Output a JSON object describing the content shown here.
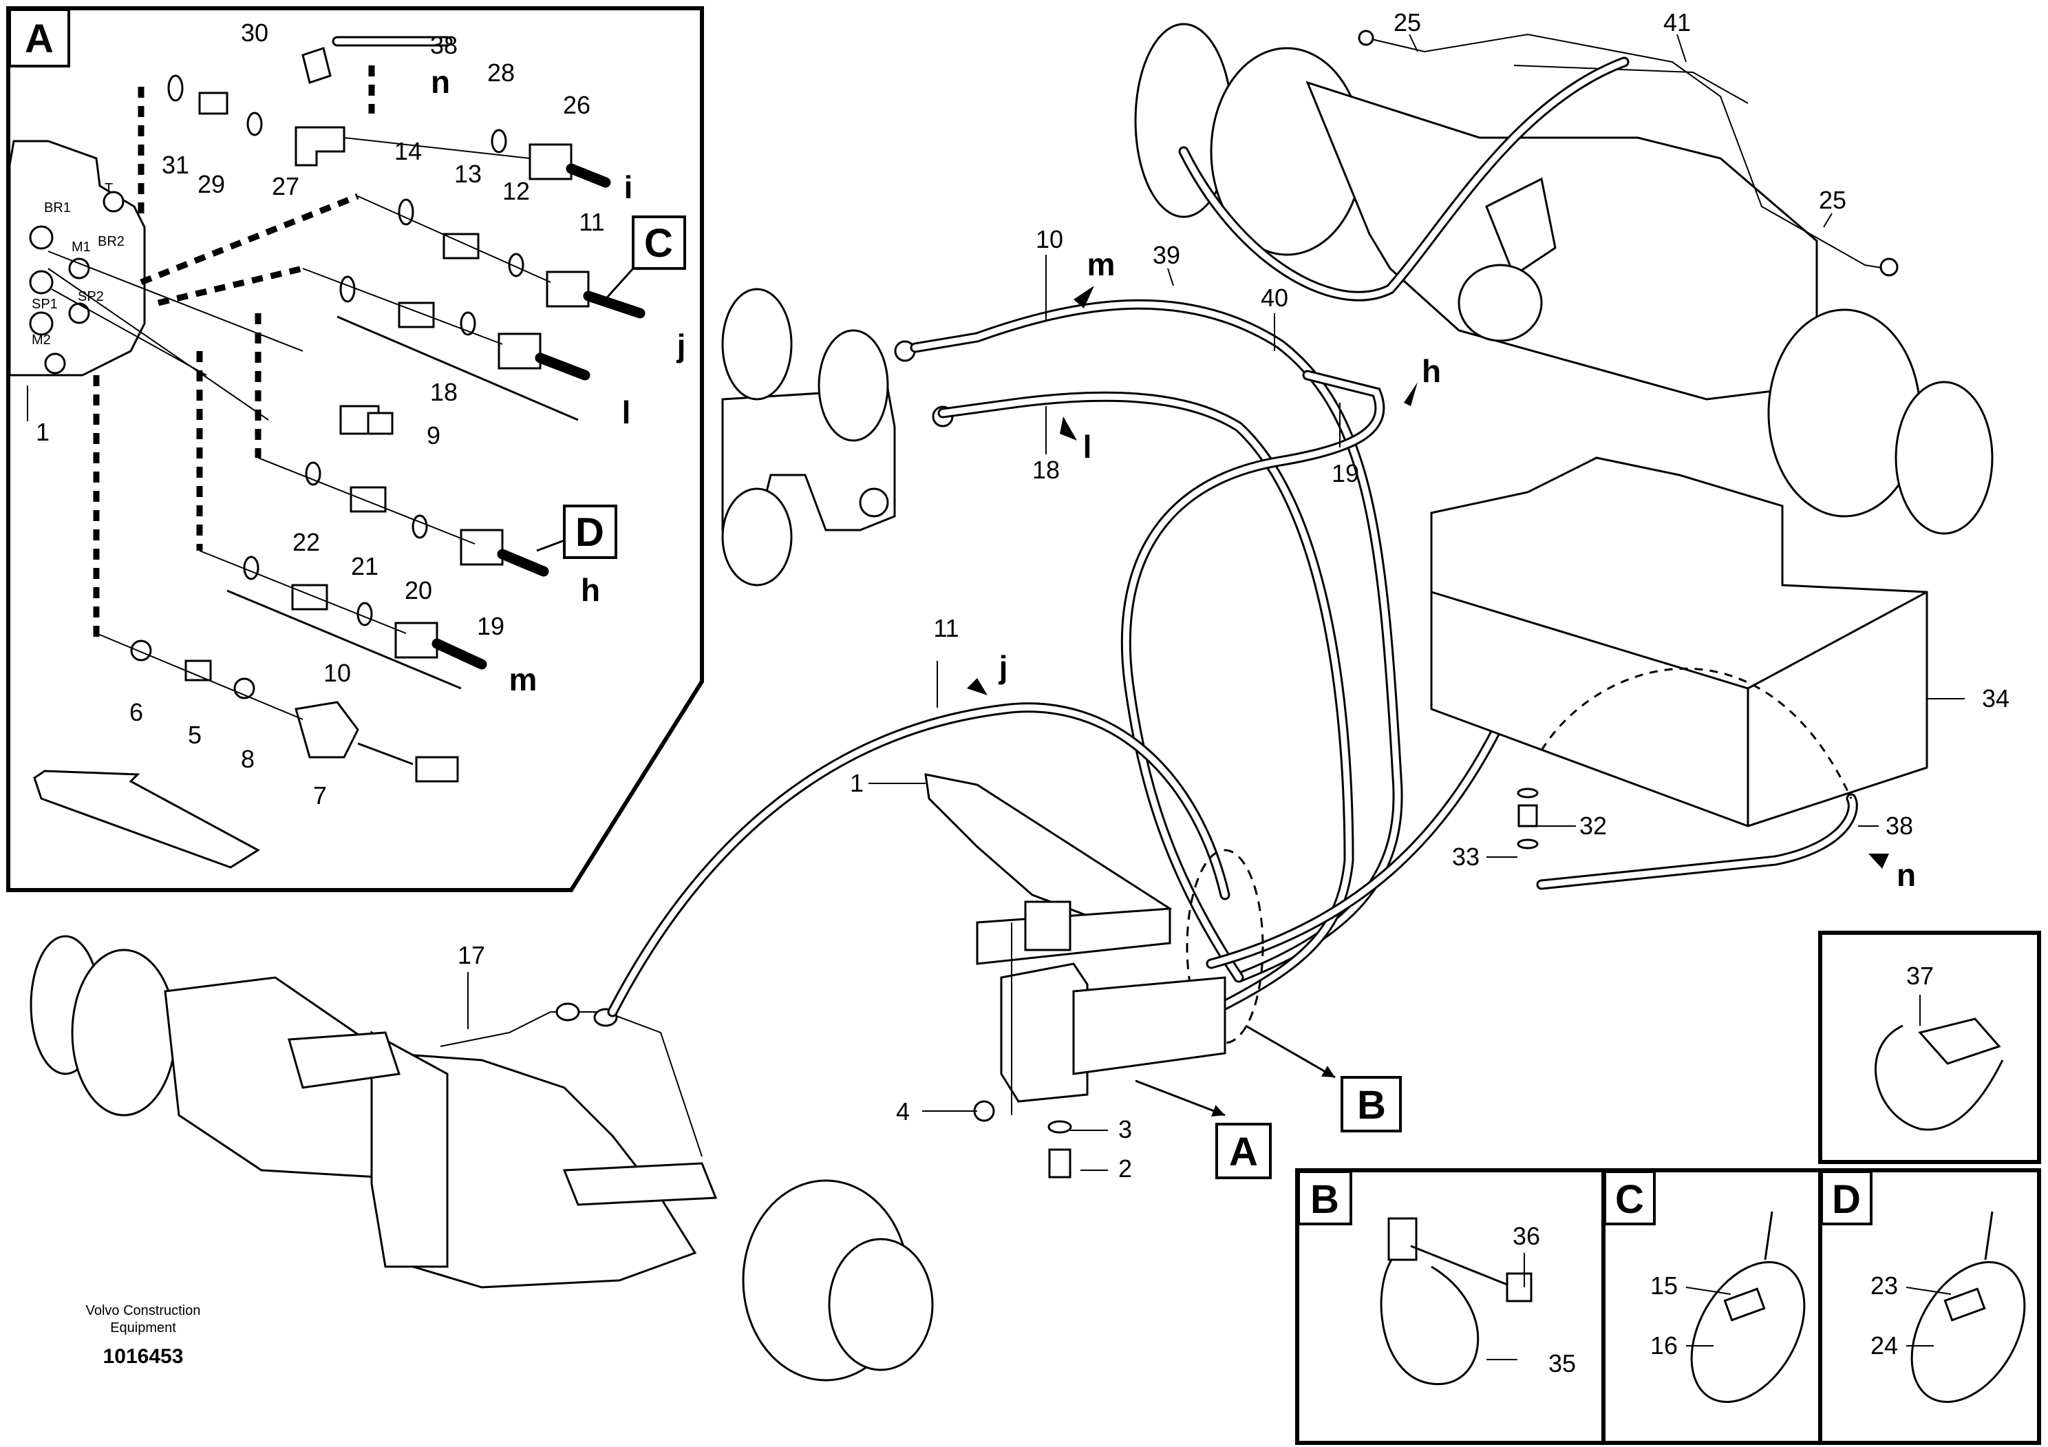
{
  "footer": {
    "manufacturer_line1": "Volvo Construction",
    "manufacturer_line2": "Equipment",
    "drawing_number": "1016453"
  },
  "detail_views": {
    "A": "A",
    "B": "B",
    "C": "C",
    "D": "D"
  },
  "port_labels": {
    "T": "T",
    "BR1": "BR1",
    "M1": "M1",
    "BR2": "BR2",
    "SP1": "SP1",
    "SP2": "SP2",
    "M2": "M2"
  },
  "hose_ends": {
    "h": "h",
    "i": "i",
    "j": "j",
    "l": "l",
    "m": "m",
    "n": "n"
  },
  "part_numbers": {
    "p1": "1",
    "p2": "2",
    "p3": "3",
    "p4": "4",
    "p5": "5",
    "p6": "6",
    "p7": "7",
    "p8": "8",
    "p9": "9",
    "p10": "10",
    "p11": "11",
    "p12": "12",
    "p13": "13",
    "p14": "14",
    "p15": "15",
    "p16": "16",
    "p17": "17",
    "p18": "18",
    "p19": "19",
    "p20": "20",
    "p21": "21",
    "p22": "22",
    "p23": "23",
    "p24": "24",
    "p25": "25",
    "p26": "26",
    "p27": "27",
    "p28": "28",
    "p29": "29",
    "p30": "30",
    "p31": "31",
    "p32": "32",
    "p33": "33",
    "p34": "34",
    "p35": "35",
    "p36": "36",
    "p37": "37",
    "p38": "38",
    "p39": "39",
    "p40": "40",
    "p41": "41"
  }
}
